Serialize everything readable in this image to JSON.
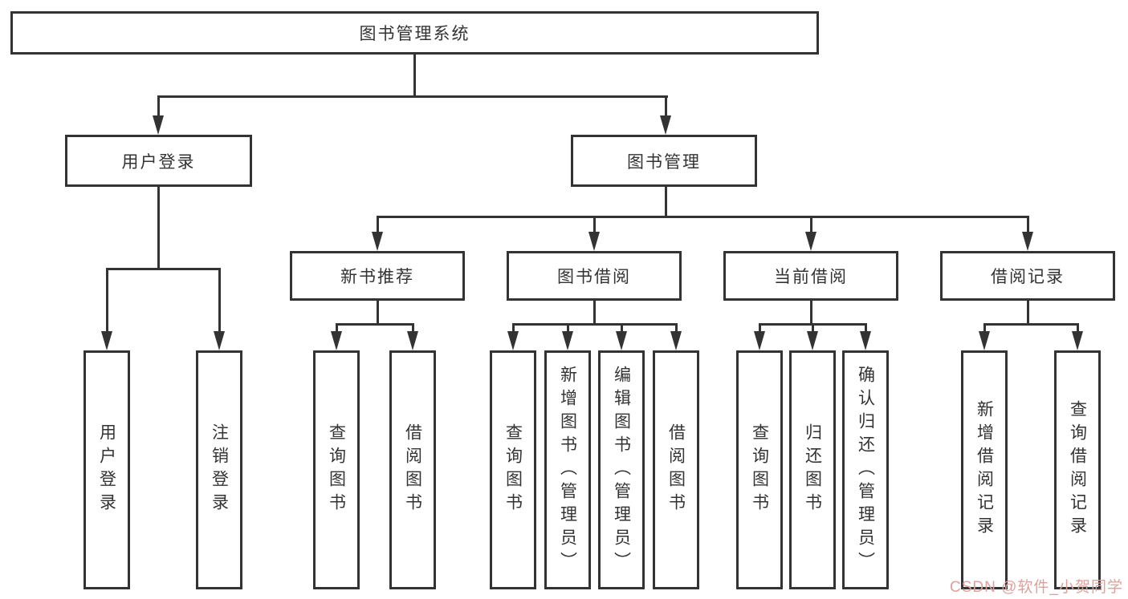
{
  "nodes": {
    "root": {
      "label": "图书管理系统"
    },
    "user_login": {
      "label": "用户登录"
    },
    "book_mgmt": {
      "label": "图书管理"
    },
    "new_book_rec": {
      "label": "新书推荐"
    },
    "book_borrow": {
      "label": "图书借阅"
    },
    "current_borrow": {
      "label": "当前借阅"
    },
    "borrow_record": {
      "label": "借阅记录"
    },
    "ul_login": {
      "label": "用户登录"
    },
    "ul_logout": {
      "label": "注销登录"
    },
    "nbr_query": {
      "label": "查询图书"
    },
    "nbr_borrow": {
      "label": "借阅图书"
    },
    "bb_query": {
      "label": "查询图书"
    },
    "bb_add": {
      "label": "新增图书（管理员）"
    },
    "bb_edit": {
      "label": "编辑图书（管理员）"
    },
    "bb_borrow": {
      "label": "借阅图书"
    },
    "cb_query": {
      "label": "查询图书"
    },
    "cb_return": {
      "label": "归还图书"
    },
    "cb_confirm": {
      "label": "确认归还（管理员）"
    },
    "br_add": {
      "label": "新增借阅记录"
    },
    "br_query": {
      "label": "查询借阅记录"
    }
  },
  "edges": [
    {
      "from": "图书管理系统",
      "to": [
        "用户登录",
        "图书管理"
      ]
    },
    {
      "from": "用户登录",
      "to": [
        "用户登录",
        "注销登录"
      ]
    },
    {
      "from": "图书管理",
      "to": [
        "新书推荐",
        "图书借阅",
        "当前借阅",
        "借阅记录"
      ]
    },
    {
      "from": "新书推荐",
      "to": [
        "查询图书",
        "借阅图书"
      ]
    },
    {
      "from": "图书借阅",
      "to": [
        "查询图书",
        "新增图书（管理员）",
        "编辑图书（管理员）",
        "借阅图书"
      ]
    },
    {
      "from": "当前借阅",
      "to": [
        "查询图书",
        "归还图书",
        "确认归还（管理员）"
      ]
    },
    {
      "from": "借阅记录",
      "to": [
        "新增借阅记录",
        "查询借阅记录"
      ]
    }
  ],
  "watermark": {
    "text": "CSDN @软件_小贺同学"
  },
  "colors": {
    "line": "#333333",
    "box_border": "#333333",
    "text": "#333333",
    "background": "#ffffff",
    "watermark": "#dfa09c"
  }
}
